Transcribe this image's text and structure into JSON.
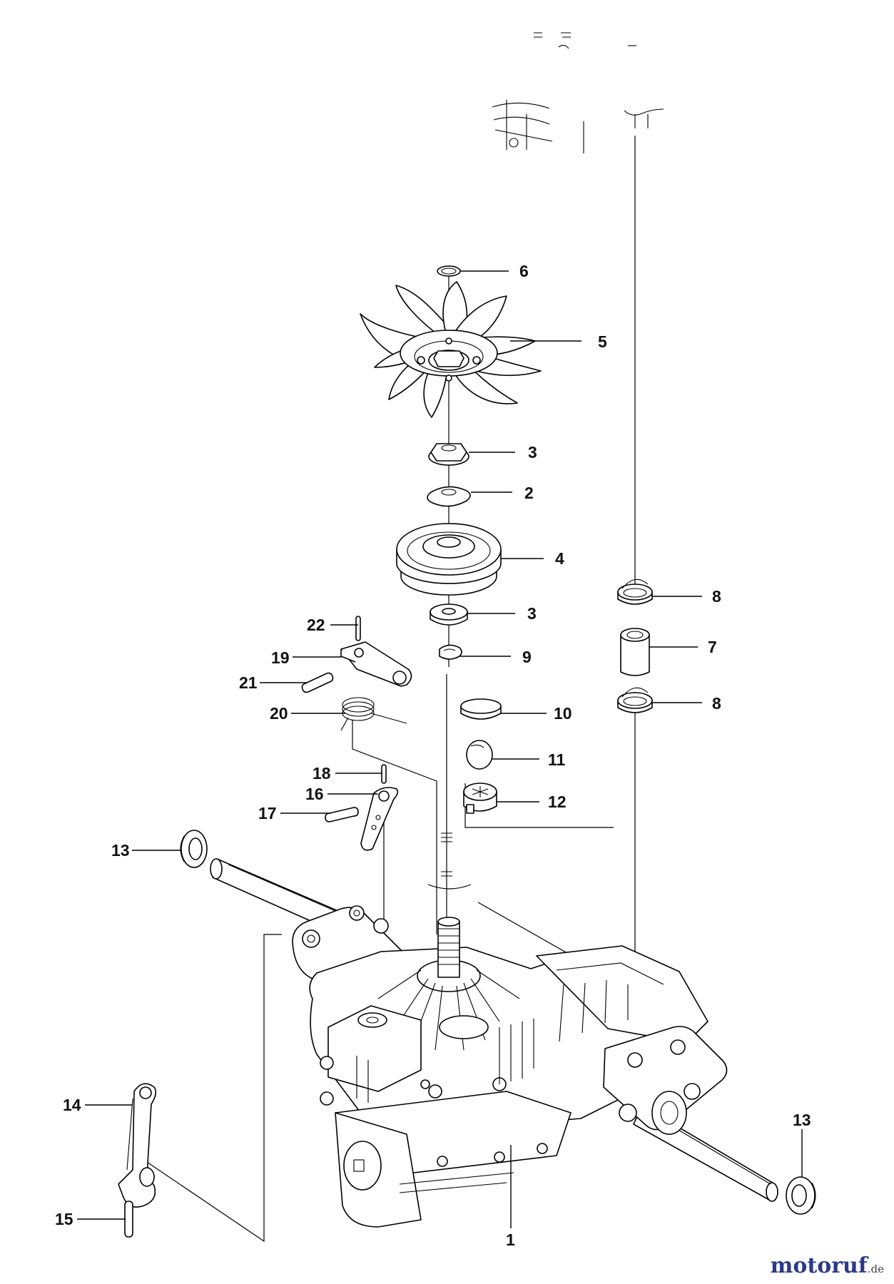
{
  "parts": {
    "p1": "1",
    "p2": "2",
    "p3a": "3",
    "p3b": "3",
    "p4": "4",
    "p5": "5",
    "p6": "6",
    "p7": "7",
    "p8a": "8",
    "p8b": "8",
    "p9": "9",
    "p10": "10",
    "p11": "11",
    "p12": "12",
    "p13a": "13",
    "p13b": "13",
    "p14": "14",
    "p15": "15",
    "p16": "16",
    "p17": "17",
    "p18": "18",
    "p19": "19",
    "p20": "20",
    "p21": "21",
    "p22": "22"
  },
  "watermark": {
    "brand": "motoruf",
    "tld": ".de"
  },
  "colors": {
    "line": "#000000",
    "watermark": "#2a3a8a"
  }
}
